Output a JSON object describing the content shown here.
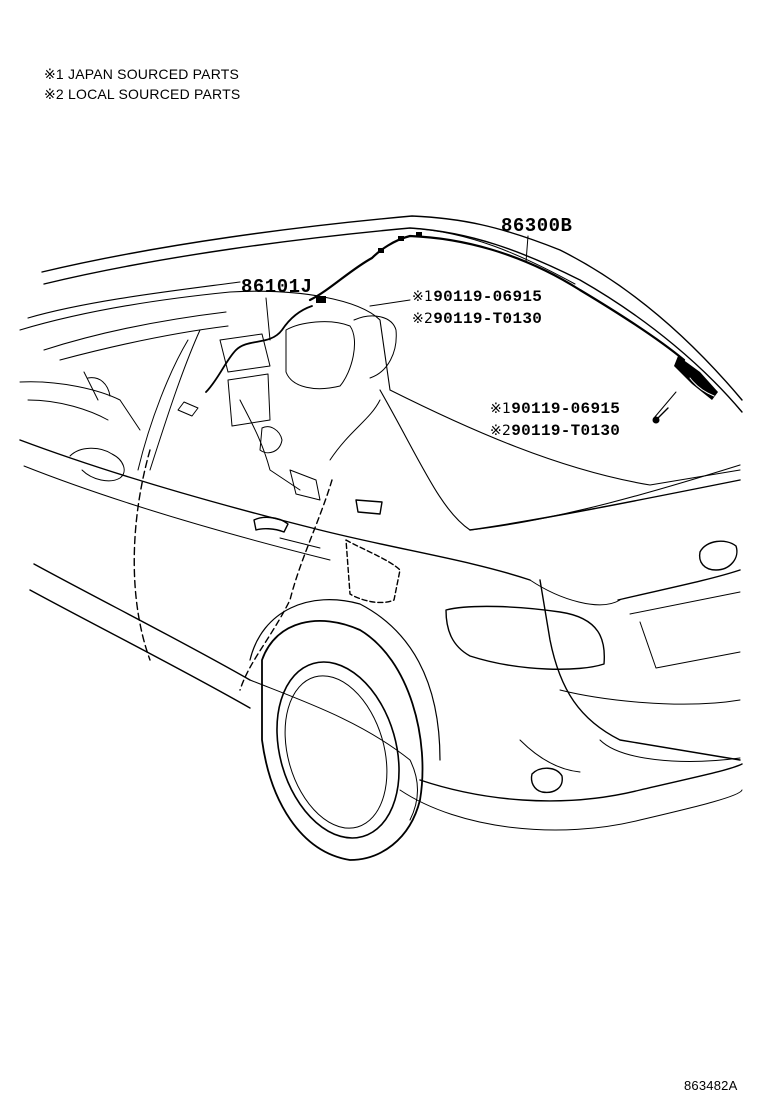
{
  "notes": [
    "※1 JAPAN SOURCED PARTS",
    "※2 LOCAL SOURCED PARTS"
  ],
  "callouts": {
    "antenna_cord": "86300B",
    "antenna_assy": "86101J",
    "bolt_upper_1_mark": "※1",
    "bolt_upper_1_part": "90119-06915",
    "bolt_upper_2_mark": "※2",
    "bolt_upper_2_part": "90119-T0130",
    "bolt_lower_1_mark": "※1",
    "bolt_lower_1_part": "90119-06915",
    "bolt_lower_2_mark": "※2",
    "bolt_lower_2_part": "90119-T0130"
  },
  "illustration_code": "863482A",
  "line_color": "#000000"
}
